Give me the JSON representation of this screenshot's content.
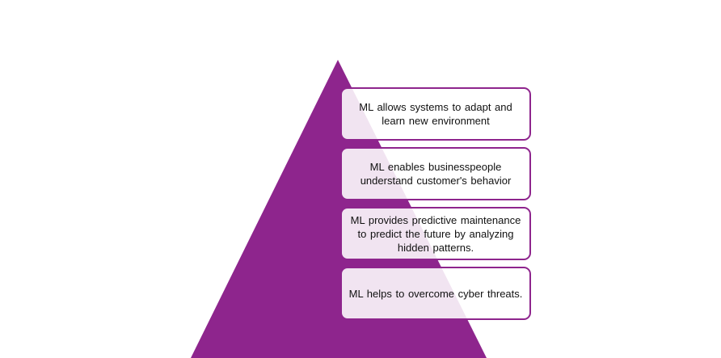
{
  "diagram": {
    "colors": {
      "pyramid": "#8e258d",
      "box_border": "#8e258d",
      "box_fill": "#ffffff",
      "text": "#111111"
    },
    "items": [
      {
        "text": "ML allows systems  to adapt and learn new environment"
      },
      {
        "text": "ML enables  businesspeople understand  customer's  behavior"
      },
      {
        "text": "ML provides predictive maintenance  to predict the future by analyzing hidden  patterns."
      },
      {
        "text": "ML helps to overcome  cyber threats."
      }
    ]
  }
}
